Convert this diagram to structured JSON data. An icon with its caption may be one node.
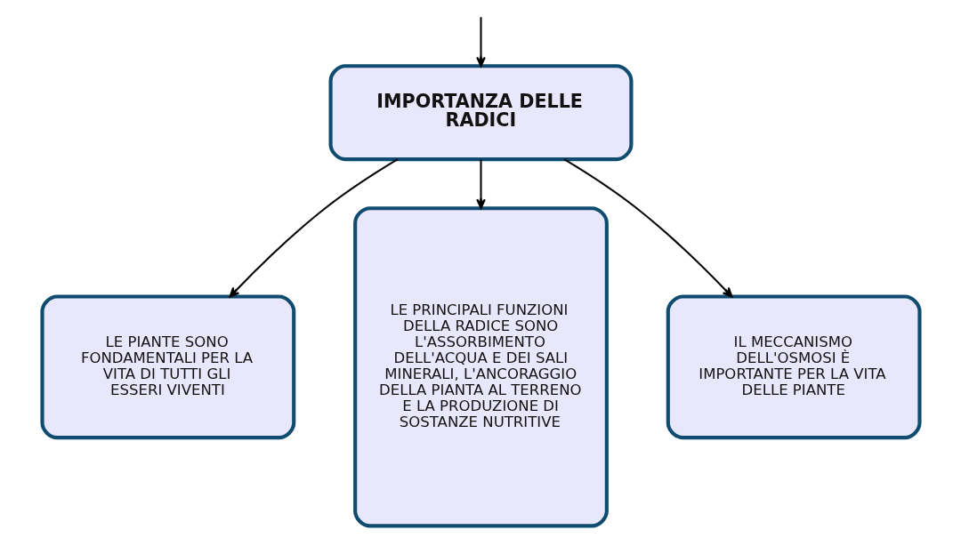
{
  "diagram": {
    "nodes": [
      {
        "text": [
          "IMPORTANZA DELLE RADICI"
        ]
      },
      {
        "text": [
          "LE PIANTE SONO FONDAMENTALI PER LA VITA DI TUTTI GLI ESSERI VIVENTI"
        ]
      },
      {
        "text": [
          "LE PRINCIPALI FUNZIONI DELLA RADICE SONO L'ASSORBIMENTO DELL'ACQUA E DEI SALI MINERALI, L'ANCORAGGIO DELLA PIANTA AL TERRENO E LA PRODUZIONE DI SOSTANZE NUTRITIVE"
        ]
      },
      {
        "text": [
          "IL MECCANISMO DELL'OSMOSI È IMPORTANTE PER LA VITA DELLE PIANTE"
        ]
      }
    ],
    "edges": [
      {
        "from": null,
        "to": 0,
        "arrow": "to"
      },
      {
        "from": 0,
        "to": 1,
        "arrow": "to"
      },
      {
        "from": 0,
        "to": 2,
        "arrow": "to"
      },
      {
        "from": 0,
        "to": 3,
        "arrow": "to"
      }
    ]
  }
}
